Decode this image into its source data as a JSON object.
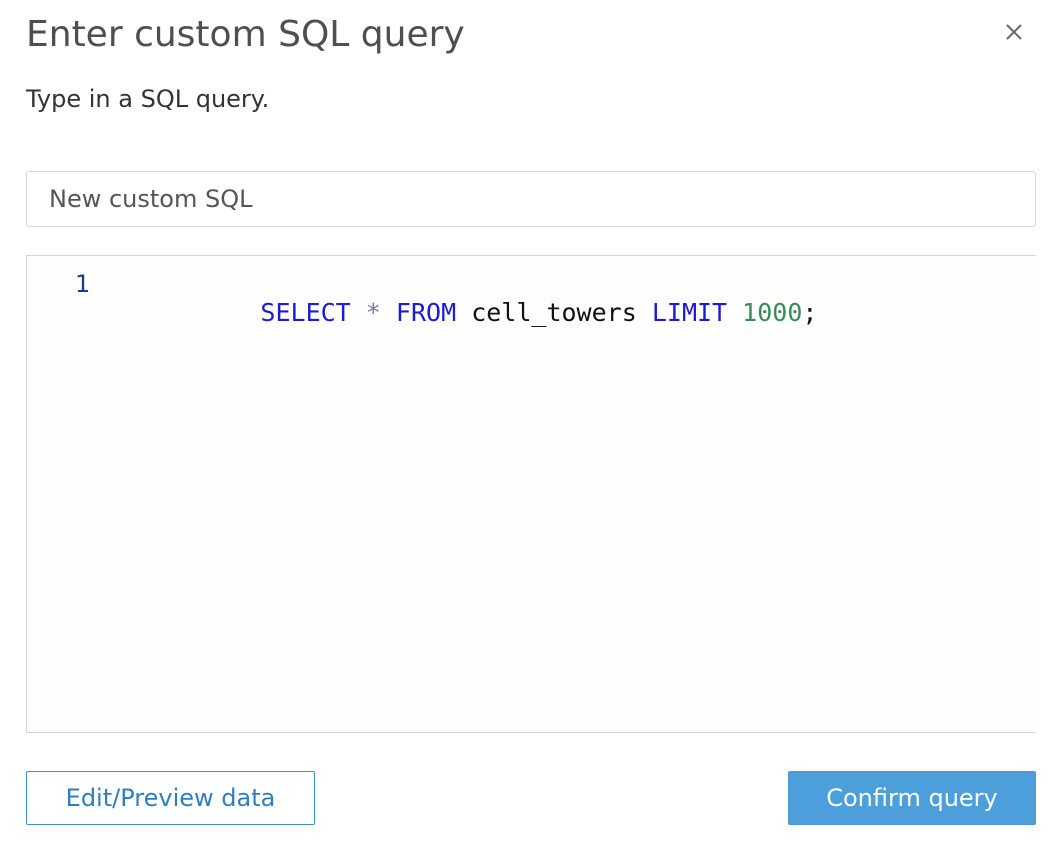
{
  "dialog": {
    "title": "Enter custom SQL query",
    "subtitle": "Type in a SQL query.",
    "close_icon": "close-icon"
  },
  "name_field": {
    "value": "New custom SQL"
  },
  "editor": {
    "lines": [
      {
        "number": "1",
        "tokens": [
          {
            "text": "SELECT",
            "type": "keyword"
          },
          {
            "text": " ",
            "type": "space"
          },
          {
            "text": "*",
            "type": "operator"
          },
          {
            "text": " ",
            "type": "space"
          },
          {
            "text": "FROM",
            "type": "keyword"
          },
          {
            "text": " ",
            "type": "space"
          },
          {
            "text": "cell_towers",
            "type": "identifier"
          },
          {
            "text": " ",
            "type": "space"
          },
          {
            "text": "LIMIT",
            "type": "keyword"
          },
          {
            "text": " ",
            "type": "space"
          },
          {
            "text": "1000",
            "type": "number"
          },
          {
            "text": ";",
            "type": "punctuation"
          }
        ]
      }
    ]
  },
  "buttons": {
    "edit_preview_label": "Edit/Preview data",
    "confirm_label": "Confirm query"
  },
  "colors": {
    "keyword": "#1c1cd1",
    "number": "#3a8a5a",
    "primary_button": "#4c9fda",
    "secondary_border": "#3f8fd0"
  }
}
